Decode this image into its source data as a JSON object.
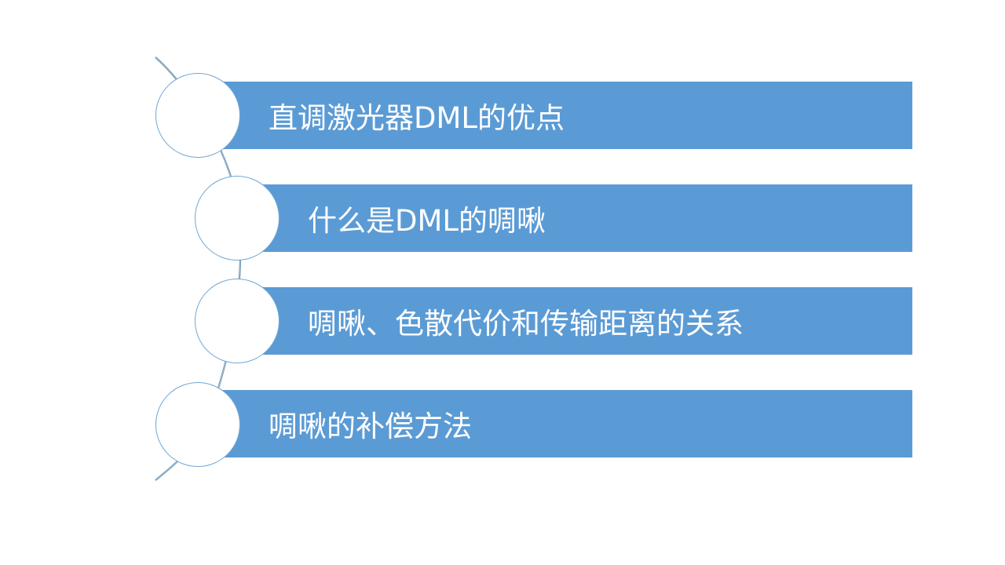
{
  "colors": {
    "bar_fill": "#5b9bd5",
    "circle_fill": "#ffffff",
    "circle_border": "#6fa7d4",
    "connector": "#5a7f9a",
    "text": "#ffffff"
  },
  "items": [
    {
      "label": "直调激光器DML的优点"
    },
    {
      "label": "什么是DML的啁啾"
    },
    {
      "label": "啁啾、色散代价和传输距离的关系"
    },
    {
      "label": "啁啾的补偿方法"
    }
  ]
}
